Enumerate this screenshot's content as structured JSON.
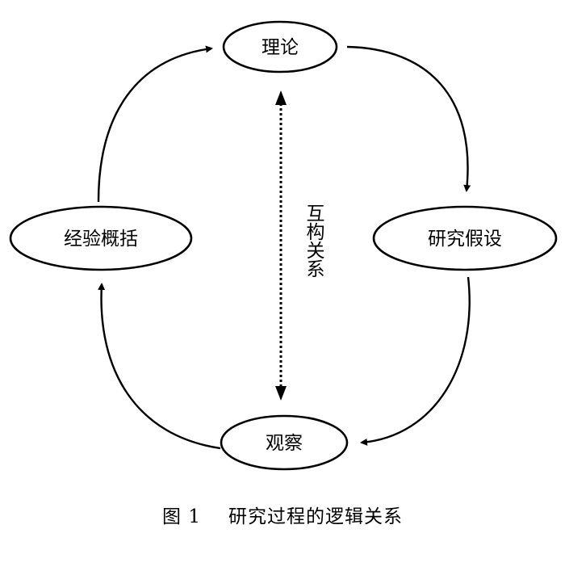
{
  "nodes": {
    "theory": "理论",
    "hypothesis": "研究假设",
    "observation": "观察",
    "generalization": "经验概括"
  },
  "center_label": "互构关系",
  "caption": {
    "number": "图 1",
    "title": "研究过程的逻辑关系"
  }
}
